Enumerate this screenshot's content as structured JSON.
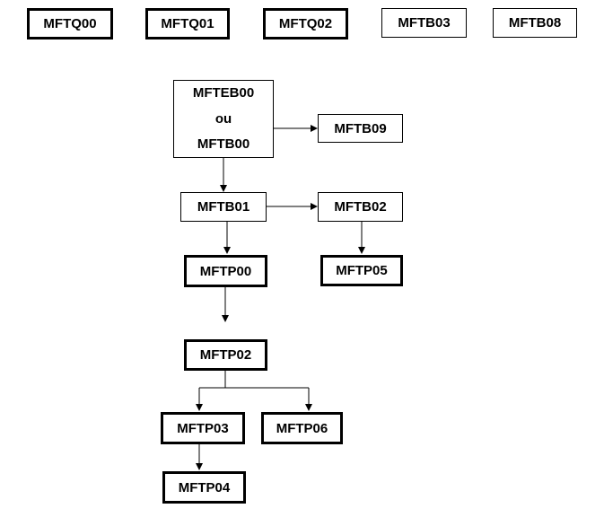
{
  "nodes": {
    "mftq00": "MFTQ00",
    "mftq01": "MFTQ01",
    "mftq02": "MFTQ02",
    "mftb03": "MFTB03",
    "mftb08": "MFTB08",
    "mfteb00": {
      "line1": "MFTEB00",
      "line2": "ou",
      "line3": "MFTB00"
    },
    "mftb09": "MFTB09",
    "mftb01": "MFTB01",
    "mftb02": "MFTB02",
    "mftp00": "MFTP00",
    "mftp05": "MFTP05",
    "mftp02": "MFTP02",
    "mftp03": "MFTP03",
    "mftp06": "MFTP06",
    "mftp04": "MFTP04"
  },
  "edges": [
    {
      "from": "MFTEB00 / MFTB00",
      "to": "MFTB09"
    },
    {
      "from": "MFTEB00 / MFTB00",
      "to": "MFTB01"
    },
    {
      "from": "MFTB01",
      "to": "MFTB02"
    },
    {
      "from": "MFTB01",
      "to": "MFTP00"
    },
    {
      "from": "MFTB02",
      "to": "MFTP05"
    },
    {
      "from": "MFTP00",
      "to": "MFTP02"
    },
    {
      "from": "MFTP02",
      "to": "MFTP03"
    },
    {
      "from": "MFTP02",
      "to": "MFTP06"
    },
    {
      "from": "MFTP03",
      "to": "MFTP04"
    }
  ],
  "colors": {
    "border": "#000000",
    "background": "#ffffff",
    "text": "#000000"
  }
}
